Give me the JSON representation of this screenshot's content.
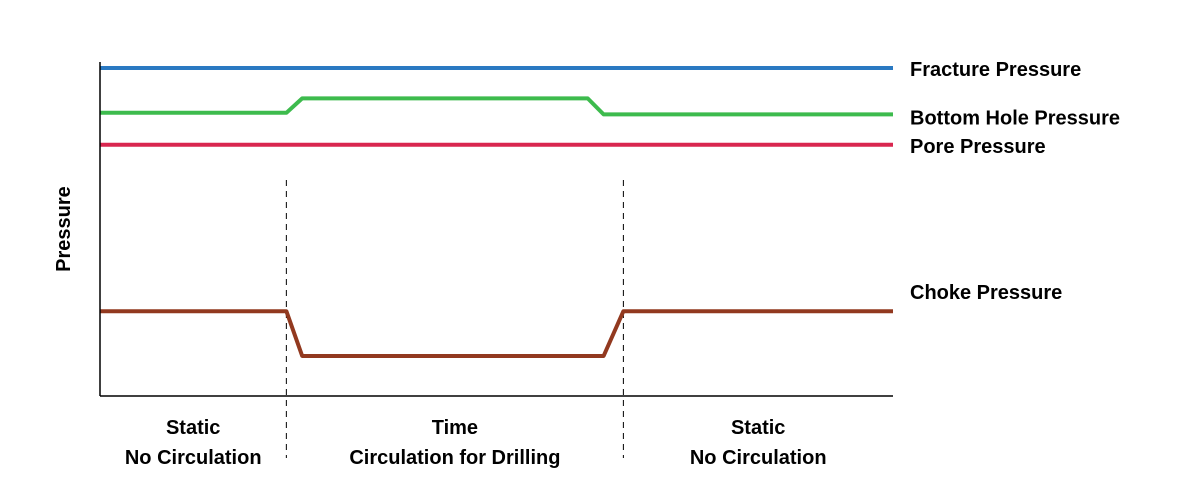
{
  "chart_data": {
    "type": "line",
    "ylabel": "Pressure",
    "xlabel": "Time",
    "ylim": [
      0,
      100
    ],
    "x_range": [
      0,
      100
    ],
    "phases": [
      {
        "lines": [
          "Static",
          "No Circulation"
        ]
      },
      {
        "lines": [
          "Time",
          "Circulation for Drilling"
        ]
      },
      {
        "lines": [
          "Static",
          "No Circulation"
        ]
      }
    ],
    "phase_boundaries": [
      23.5,
      66.0
    ],
    "series": [
      {
        "name": "Fracture Pressure",
        "color": "#2a79c2",
        "points": [
          [
            0,
            100
          ],
          [
            100,
            100
          ]
        ]
      },
      {
        "name": "Bottom Hole Pressure",
        "color": "#3dbb4d",
        "points": [
          [
            0,
            86
          ],
          [
            23.5,
            86
          ],
          [
            25.5,
            90.5
          ],
          [
            61.5,
            90.5
          ],
          [
            63.5,
            85.5
          ],
          [
            100,
            85.5
          ]
        ]
      },
      {
        "name": "Pore Pressure",
        "color": "#d9264f",
        "points": [
          [
            0,
            76
          ],
          [
            100,
            76
          ]
        ]
      },
      {
        "name": "Choke Pressure",
        "color": "#92391f",
        "points": [
          [
            0,
            24
          ],
          [
            23.5,
            24
          ],
          [
            25.5,
            10
          ],
          [
            63.5,
            10
          ],
          [
            66,
            24
          ],
          [
            100,
            24
          ]
        ]
      }
    ],
    "grid": false,
    "legend": "right, inline labels"
  }
}
